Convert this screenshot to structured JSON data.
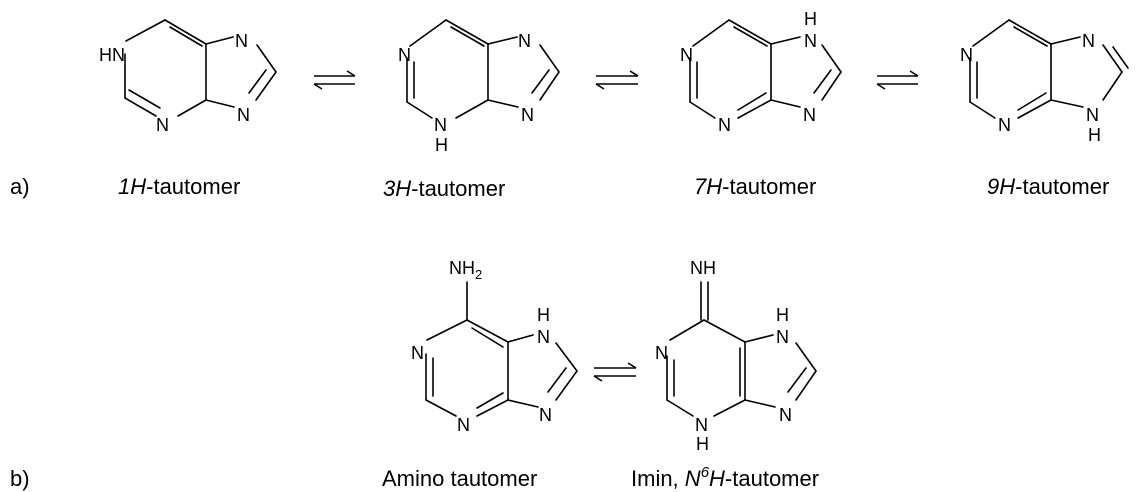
{
  "part_labels": {
    "a": "a)",
    "b": "b)"
  },
  "atoms": {
    "n": "N",
    "hn": "HN",
    "h": "H",
    "nh_base": "NH",
    "nh2_sub": "2"
  },
  "captions": {
    "t1_italic": "1H",
    "t3_italic": "3H",
    "t7_italic": "7H",
    "t9_italic": "9H",
    "suffix": "-tautomer",
    "amino": "Amino tautomer",
    "imin_prefix": "Imin, ",
    "imin_n": "N",
    "imin_sup": "6",
    "imin_h": "H"
  }
}
